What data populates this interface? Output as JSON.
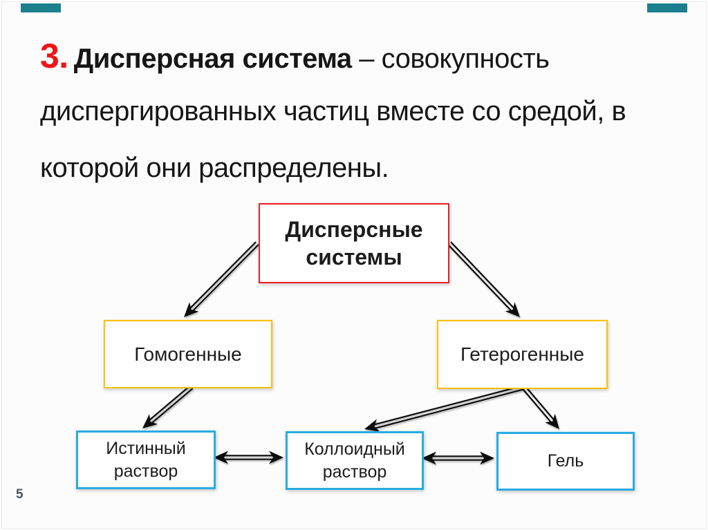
{
  "title": {
    "index": "3.",
    "line1_bold": "Дисперсная система",
    "line1_rest": " – совокупность",
    "line2": "диспергированных частиц вместе со средой, в",
    "line3": "которой они распределены."
  },
  "diagram": {
    "root": {
      "label": "Дисперсные системы",
      "border_color": "#ed1c24"
    },
    "level2": [
      {
        "label": "Гомогенные",
        "border_color": "#ffc000"
      },
      {
        "label": "Гетерогенные",
        "border_color": "#ffc000"
      }
    ],
    "level3": [
      {
        "label": "Истинный раствор",
        "border_color": "#29abe2"
      },
      {
        "label": "Коллоидный раствор",
        "border_color": "#29abe2"
      },
      {
        "label": "Гель",
        "border_color": "#29abe2"
      }
    ]
  },
  "page": {
    "number": "5"
  },
  "colors": {
    "accent_red": "#ed1c24",
    "accent_yellow": "#ffc000",
    "accent_blue": "#29abe2",
    "accent_teal": "#1b7f8e",
    "title_number_red": "#ee1515",
    "page_number_gray": "#4a5565",
    "arrow_black": "#0b0b0b"
  }
}
